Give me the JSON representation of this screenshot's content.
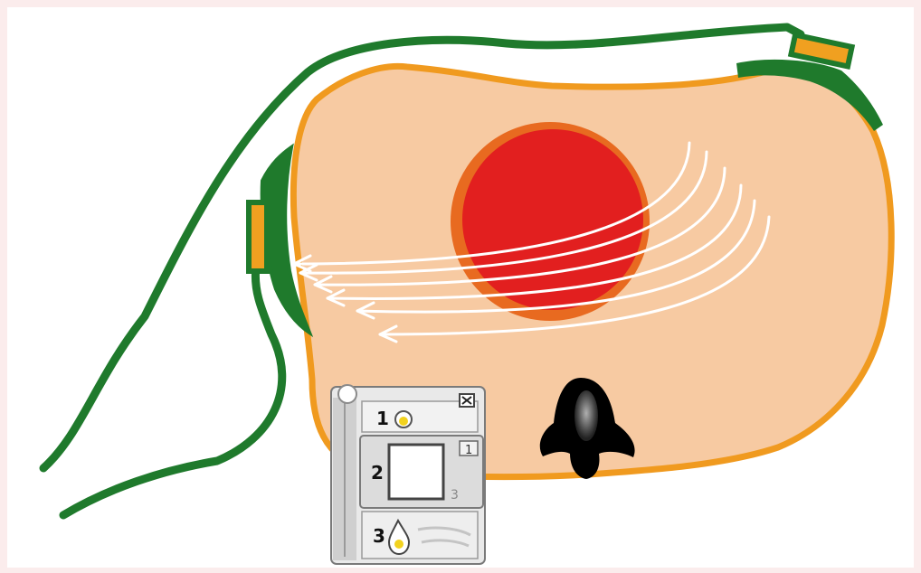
{
  "colors": {
    "background": "#ffffff",
    "frame": "#fbecec",
    "body_fill": "#f7caa2",
    "body_outline": "#f09a1f",
    "pad_cable": "#1f7a2c",
    "pad_accent": "#f0a020",
    "heart_outer": "#e86a20",
    "heart_inner": "#e21f1f",
    "current_lines": "#ffffff",
    "patient_head": "#000000",
    "aed_body": "#e9e9e9",
    "aed_panel": "#dcdcdc",
    "aed_led": "#f2d21e"
  },
  "icons": {
    "heart": "heart-icon",
    "patient_head": "head-icon",
    "defibrillator": "aed-icon",
    "pad_left": "electrode-pad-icon",
    "pad_right": "electrode-pad-icon",
    "close": "close-icon",
    "drop": "drop-icon"
  },
  "aed": {
    "step1": "1",
    "step2": "2",
    "step3": "3",
    "side_label": "1",
    "side_marks": "3"
  }
}
